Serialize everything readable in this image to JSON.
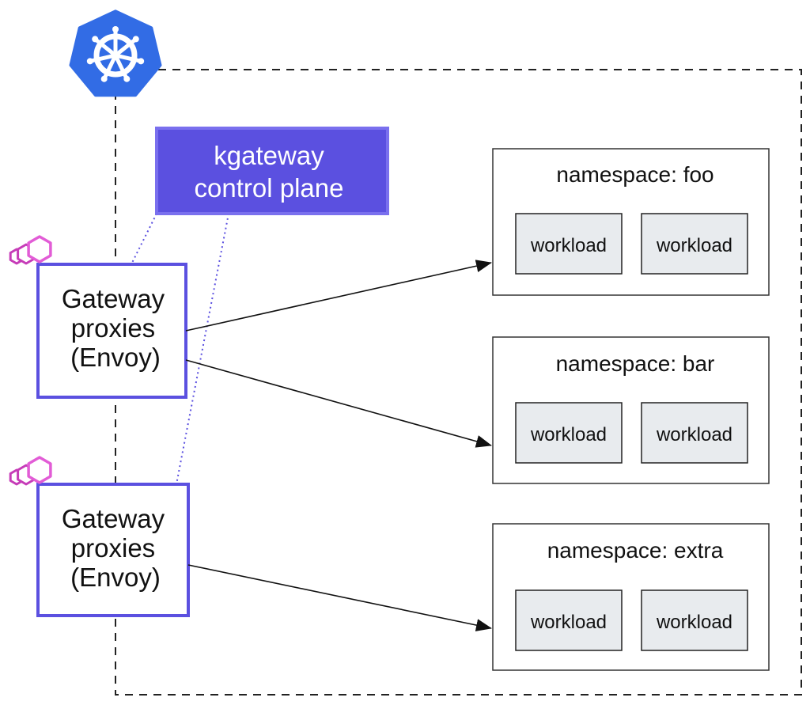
{
  "colors": {
    "cluster_border": "#222222",
    "k8s_blue": "#326CE5",
    "control_plane_fill": "#5B50E0",
    "control_plane_border": "#7A70EE",
    "proxy_border": "#5B50E0",
    "envoy_magenta": "#C63CB8",
    "envoy_pink": "#E25CD6",
    "namespace_border": "#333333",
    "workload_fill": "#E8EBEE",
    "workload_border": "#222222",
    "arrow": "#111111",
    "dotted_link": "#5B50E0"
  },
  "icons": {
    "cluster": "kubernetes-helm-wheel-icon",
    "proxy": "envoy-hexagons-icon"
  },
  "control_plane": {
    "lines": [
      "kgateway",
      "control plane"
    ]
  },
  "proxies": [
    {
      "lines": [
        "Gateway",
        "proxies",
        "(Envoy)"
      ]
    },
    {
      "lines": [
        "Gateway",
        "proxies",
        "(Envoy)"
      ]
    }
  ],
  "namespaces": [
    {
      "title": "namespace: foo",
      "workloads": [
        "workload",
        "workload"
      ]
    },
    {
      "title": "namespace: bar",
      "workloads": [
        "workload",
        "workload"
      ]
    },
    {
      "title": "namespace: extra",
      "workloads": [
        "workload",
        "workload"
      ]
    }
  ]
}
